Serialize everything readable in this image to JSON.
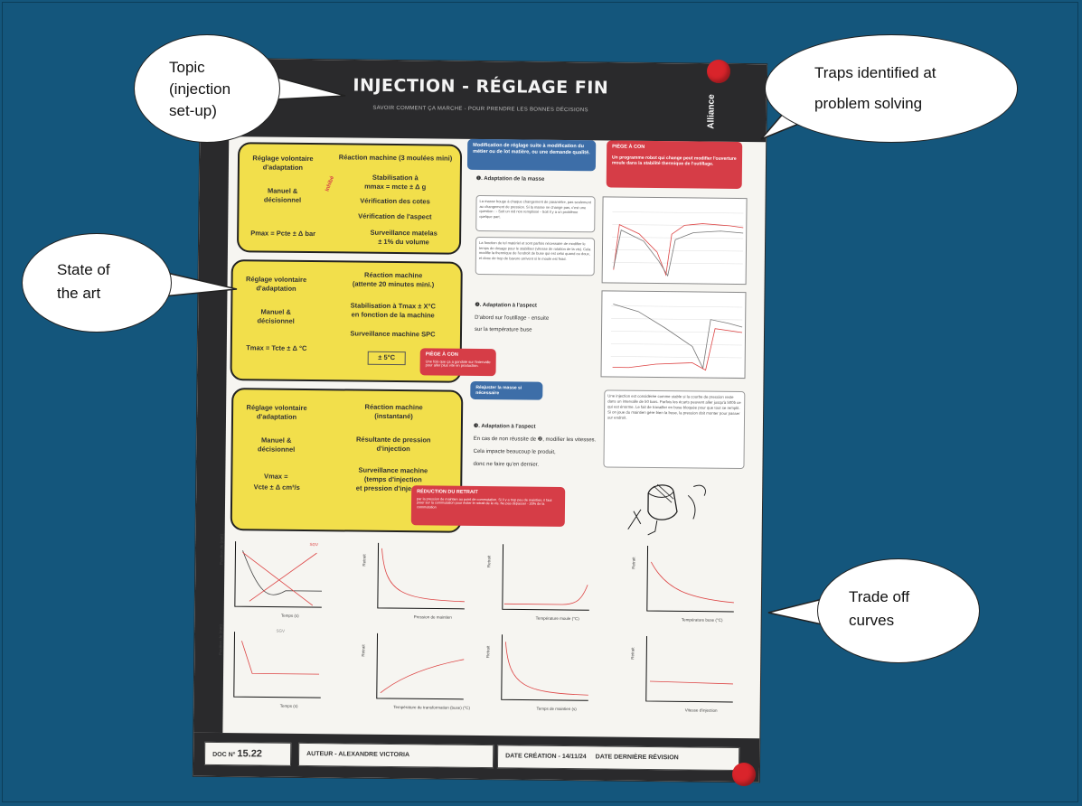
{
  "callouts": {
    "topic": {
      "line1": "Topic",
      "line2": "(injection",
      "line3": "set-up)"
    },
    "traps": {
      "line1": "Traps identified at",
      "line2": "problem solving"
    },
    "state": {
      "line1": "State of",
      "line2": "the art"
    },
    "trade": {
      "line1": "Trade off",
      "line2": "curves"
    }
  },
  "poster": {
    "title": "INJECTION - RÉGLAGE FIN",
    "subtitle": "SAVOIR COMMENT ÇA MARCHE - POUR PRENDRE LES BONNES DÉCISIONS",
    "brand": "Alliance",
    "box1": {
      "left1": "Réglage volontaire",
      "left2": "d'adaptation",
      "left3": "Manuel &",
      "left4": "décisionnel",
      "left5": "Pmax = Pcte ± Δ bar",
      "right1": "Réaction machine (3 moulées mini)",
      "right2": "Stabilisation à",
      "right3": "mmax = mcte ± Δ g",
      "right4": "Vérification des cotes",
      "right5": "Vérification de l'aspect",
      "right6": "Surveillance matelas",
      "right7": "± 1% du volume",
      "side": "Inhibé"
    },
    "box2": {
      "left1": "Réglage volontaire",
      "left2": "d'adaptation",
      "left3": "Manuel &",
      "left4": "décisionnel",
      "left5": "Tmax = Tcte ± Δ °C",
      "right1": "Réaction machine",
      "right2": "(attente 20 minutes mini.)",
      "right3": "Stabilisation à Tmax ± X°C",
      "right4": "en fonction de la machine",
      "right5": "Surveillance machine SPC",
      "right6": "± 5°C"
    },
    "box3": {
      "left1": "Réglage volontaire",
      "left2": "d'adaptation",
      "left3": "Manuel &",
      "left4": "décisionnel",
      "left5": "Vmax =",
      "left6": "Vcte ± Δ cm³/s",
      "right1": "Réaction machine",
      "right2": "(instantané)",
      "right3": "Résultante de pression",
      "right4": "d'injection",
      "right5": "Surveillance machine",
      "right6": "(temps d'injection",
      "right7": "et pression d'injection)"
    },
    "cards": {
      "blue_top": "Modification de réglage suite à modification du métier ou de lot matière, ou une demande qualité.",
      "red_trap_title": "PIÈGE À CON",
      "red_trap_body": "Un programme robot qui change peut modifier l'ouverture moule dans la stabilité thermique de l'outillage.",
      "red_mid_title": "PIÈGE À CON",
      "red_mid_body": "Une fois que ça a gondolé sur l'intervalle pour aller plus vite en production.",
      "blue_mid": "Réajuster la masse si nécessaire",
      "red_bottom_title": "RÉDUCTION DU RETRAIT",
      "red_bottom_body": "par la pression de maintien au point de commutation. Si il y a trop peu de maintien, il faut jouer sur la commutation pour éviter le retrait de la vis. Ne pas dépasser - 20% de la commutation"
    },
    "steps": {
      "s1": "❶. Adaptation de la masse",
      "s2a": "❷. Adaptation à l'aspect",
      "s2b": "D'abord sur l'outillage - ensuite",
      "s2c": "sur la température buse",
      "s3a": "❸. Adaptation à l'aspect",
      "s3b": "En cas de non réussite de ❷, modifier les vitesses.",
      "s3c": "Cela impacte beaucoup le produit,",
      "s3d": "donc ne faire qu'en dernier."
    },
    "notes": {
      "n1": "La masse bouge à chaque changement de paramètre, pas seulement au changement de pression. Si la masse ne change pas, c'est une question : - Soit un nid non remplissé - Soit il y a un problème quelque part.",
      "n2": "La fonction de tel matériel et sont parfois nécessaire de modifier le temps de dosage pour le stabiliser (vitesse de rotation de la vis). Cela modifie la thermique de l'endroit de buse qui est celui quand ou doux, et donc de trop de bavure arrivent si le moule est froid.",
      "n3": "Une injection est considérée comme stable si la courbe de pression reste dans un intervalle de 50 bars. Parfois les écarts peuvent aller jusqu'à 500b ce qui est énorme. Le fait de travailler en buse bloquée pour que tout se remplit. Si on joue du maintien gère bien la buse, la pression doit monter pour passer sur endroit."
    },
    "trade_labels": {
      "c1x": "Temps (s)",
      "c1y": "Position de (mm)",
      "c1tag": "SGV",
      "c2x": "Pression de maintien",
      "c2y": "Retrait",
      "c3x": "Température moule (°C)",
      "c3y": "Retrait",
      "c4x": "Température buse (°C)",
      "c4y": "Retrait",
      "c5x": "Temps (s)",
      "c5y": "Position de (mm)",
      "c5tag": "SGV",
      "c6x": "Température de transformation (buse) (°C)",
      "c6y": "Retrait",
      "c7x": "Temps de maintien (s)",
      "c7y": "Retrait",
      "c8x": "Vitesse d'injection",
      "c8y": "Retrait"
    },
    "footer": {
      "doc_label": "DOC N°",
      "doc_number": "15.22",
      "author": "AUTEUR - ALEXANDRE VICTORIA",
      "date_created": "DATE CRÉATION - 14/11/24",
      "date_revised": "DATE DERNIÈRE RÉVISION"
    }
  }
}
